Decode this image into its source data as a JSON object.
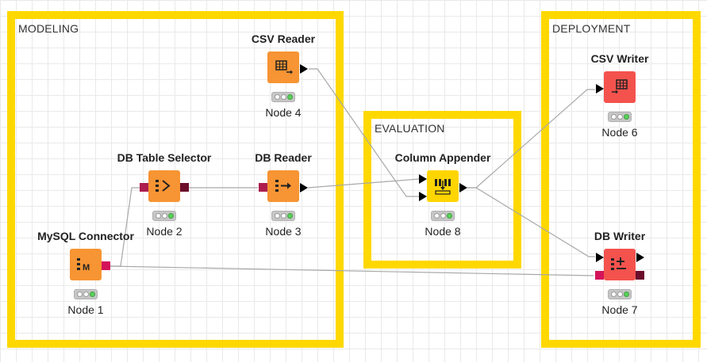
{
  "workflow": {
    "annotations": [
      {
        "id": "modeling",
        "label": "MODELING"
      },
      {
        "id": "evaluation",
        "label": "EVALUATION"
      },
      {
        "id": "deployment",
        "label": "DEPLOYMENT"
      }
    ],
    "nodes": [
      {
        "id": 1,
        "name": "MySQL Connector",
        "label": "Node 1",
        "color": "#f79433"
      },
      {
        "id": 2,
        "name": "DB Table Selector",
        "label": "Node 2",
        "color": "#f79433"
      },
      {
        "id": 3,
        "name": "DB Reader",
        "label": "Node 3",
        "color": "#f79433"
      },
      {
        "id": 4,
        "name": "CSV Reader",
        "label": "Node 4",
        "color": "#f79433"
      },
      {
        "id": 6,
        "name": "CSV Writer",
        "label": "Node 6",
        "color": "#f4524d"
      },
      {
        "id": 7,
        "name": "DB Writer",
        "label": "Node 7",
        "color": "#f4524d"
      },
      {
        "id": 8,
        "name": "Column Appender",
        "label": "Node 8",
        "color": "#ffd500"
      }
    ],
    "connections": [
      {
        "from": 1,
        "to": 2,
        "type": "db-session"
      },
      {
        "from": 1,
        "to": 7,
        "type": "db-session"
      },
      {
        "from": 2,
        "to": 3,
        "type": "db-data"
      },
      {
        "from": 3,
        "to": 8,
        "type": "data"
      },
      {
        "from": 4,
        "to": 8,
        "type": "data"
      },
      {
        "from": 8,
        "to": 6,
        "type": "data"
      },
      {
        "from": 8,
        "to": 7,
        "type": "data"
      }
    ],
    "colors": {
      "annotation_border": "#ffd800",
      "grid": "#e9e9e9",
      "status_ok": "#5bd15b",
      "connection": "#a8a8a8",
      "port_db_session": "#d4135a",
      "port_db_data": "#ad1e4e",
      "port_data": "#000000"
    }
  }
}
